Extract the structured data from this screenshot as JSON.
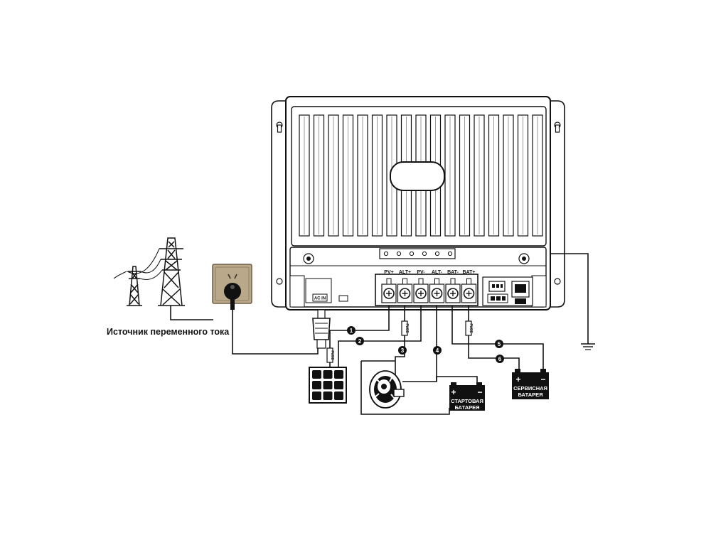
{
  "terminals": [
    "PV+",
    "ALT+",
    "PV-",
    "ALT-",
    "BAT-",
    "BAT+"
  ],
  "ac_input_label": "AC IN",
  "fuse_label": "FUSE",
  "ac_source_caption": "Источник переменного тока",
  "wire_numbers": [
    "1",
    "2",
    "3",
    "4",
    "5",
    "6"
  ],
  "start_battery": {
    "line1": "СТАРТОВАЯ",
    "line2": "БАТАРЕЯ",
    "plus": "+",
    "minus": "−"
  },
  "service_battery": {
    "line1": "СЕРВИСНАЯ",
    "line2": "БАТАРЕЯ",
    "plus": "+",
    "minus": "−"
  },
  "colors": {
    "line": "#111111",
    "socket_plate": "#b9a88a",
    "background": "#ffffff"
  },
  "icons": [
    "power-tower-icon",
    "wall-socket-icon",
    "solar-panel-icon",
    "alternator-icon",
    "battery-icon",
    "ground-icon",
    "fuse-icon"
  ]
}
